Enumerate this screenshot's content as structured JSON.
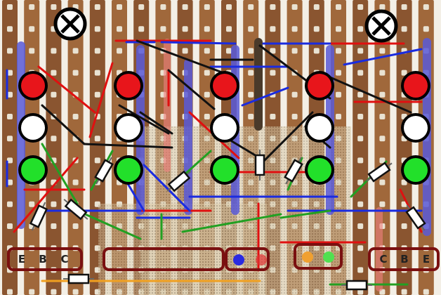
{
  "colors": {
    "board": "#f3efe6",
    "strip": "#a0683b",
    "strip_dark": "#8a5530",
    "hole": "#e9e2d2",
    "wire_red": "#e01010",
    "wire_blue": "#1a2be0",
    "wire_black": "#111111",
    "wire_green": "#22a022",
    "wire_orange": "#f0a020",
    "link_blue": "#5a5ad8",
    "header_outline": "#7a1010",
    "led_red": "#e8151b",
    "led_white": "#ffffff",
    "led_green": "#22e02a"
  },
  "labels": {
    "left_pins": [
      "E",
      "B",
      "C"
    ],
    "right_pins": [
      "C",
      "B",
      "E"
    ]
  },
  "icons": {
    "mount_hole": "crossed-circle-icon",
    "resistor": "resistor-icon"
  }
}
